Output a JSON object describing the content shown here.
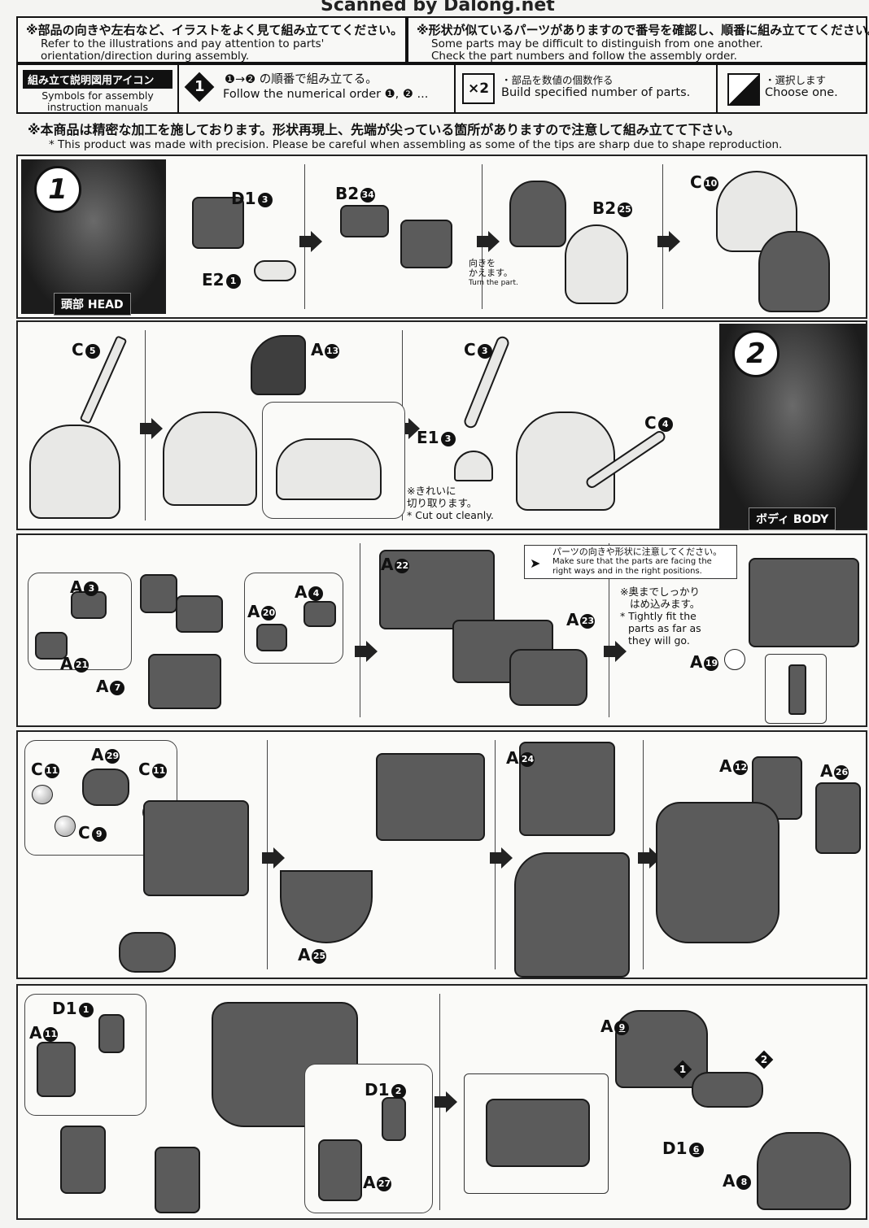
{
  "watermark": "Scanned by Dalong.net",
  "notices": {
    "left_jp": "※部品の向きや左右など、イラストをよく見て組み立ててください。",
    "left_en1": "Refer to the illustrations and pay attention to parts'",
    "left_en2": "orientation/direction during assembly.",
    "right_jp": "※形状が似ているパーツがありますので番号を確認し、順番に組み立ててください。",
    "right_en1": "Some parts may be difficult to distinguish from one another.",
    "right_en2": "Check the part numbers and follow the assembly order."
  },
  "symbols": {
    "title_jp": "組み立て説明図用アイコン",
    "title_en1": "Symbols for assembly",
    "title_en2": "instruction manuals",
    "order_jp": "❶→❷ の順番で組み立てる。",
    "order_en": "Follow the numerical order ❶, ❷ ...",
    "multiply_icon": "×2",
    "multiply_jp": "・部品を数値の個数作る",
    "multiply_en": "Build specified number of parts.",
    "choose_jp": "・選択します",
    "choose_en": "Choose one."
  },
  "warning": {
    "jp": "※本商品は精密な加工を施しております。形状再現上、先端が尖っている箇所がありますので注意して組み立てて下さい。",
    "en": "* This product was made with precision.  Please be careful when assembling as some of the tips are sharp due to shape reproduction."
  },
  "sections": [
    {
      "number": "1",
      "name": "頭部 HEAD"
    },
    {
      "number": "2",
      "name": "ボディ BODY"
    }
  ],
  "labels": {
    "row1": [
      {
        "part": "D1",
        "num": "3"
      },
      {
        "part": "E2",
        "num": "1"
      },
      {
        "part": "B2",
        "num": "34"
      },
      {
        "part": "B2",
        "num": "25"
      },
      {
        "part": "C",
        "num": "10"
      }
    ],
    "row2": [
      {
        "part": "C",
        "num": "5"
      },
      {
        "part": "A",
        "num": "13"
      },
      {
        "part": "C",
        "num": "3"
      },
      {
        "part": "E1",
        "num": "3"
      },
      {
        "part": "C",
        "num": "4"
      }
    ],
    "row3": [
      {
        "part": "A",
        "num": "3"
      },
      {
        "part": "A",
        "num": "21"
      },
      {
        "part": "A",
        "num": "7"
      },
      {
        "part": "A",
        "num": "4"
      },
      {
        "part": "A",
        "num": "20"
      },
      {
        "part": "A",
        "num": "22"
      },
      {
        "part": "A",
        "num": "23"
      },
      {
        "part": "A",
        "num": "19"
      }
    ],
    "row4": [
      {
        "part": "C",
        "num": "11"
      },
      {
        "part": "A",
        "num": "29"
      },
      {
        "part": "C",
        "num": "11"
      },
      {
        "part": "C",
        "num": "9"
      },
      {
        "part": "A",
        "num": "25"
      },
      {
        "part": "A",
        "num": "24"
      },
      {
        "part": "A",
        "num": "12"
      },
      {
        "part": "A",
        "num": "26"
      }
    ],
    "row5": [
      {
        "part": "D1",
        "num": "1"
      },
      {
        "part": "A",
        "num": "11"
      },
      {
        "part": "D1",
        "num": "2"
      },
      {
        "part": "A",
        "num": "27"
      },
      {
        "part": "A",
        "num": "9"
      },
      {
        "part": "D1",
        "num": "6"
      },
      {
        "part": "A",
        "num": "8"
      }
    ]
  },
  "notes": {
    "turn_jp1": "向きを",
    "turn_jp2": "かえます。",
    "turn_en": "Turn the part.",
    "cut_jp1": "※きれいに",
    "cut_jp2": "切り取ります。",
    "cut_en": "* Cut out cleanly.",
    "facing_jp": "パーツの向きや形状に注意してください。",
    "facing_en1": "Make sure that the parts are facing the",
    "facing_en2": "right ways and in the right positions.",
    "tight_jp1": "※奥までしっかり",
    "tight_jp2": "はめ込みます。",
    "tight_en1": "* Tightly fit the",
    "tight_en2": "parts as far as",
    "tight_en3": "they will go.",
    "step1": "1",
    "step2": "2"
  },
  "colors": {
    "ink": "#111111",
    "part_gray": "#5b5b5b",
    "paper": "#f4f4f2"
  }
}
